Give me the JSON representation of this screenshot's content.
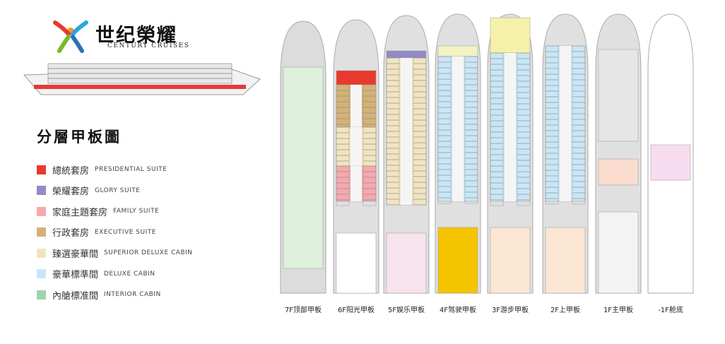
{
  "brand": {
    "name_cn": "世纪榮耀",
    "name_en": "CENTURY CRUISES"
  },
  "title": "分層甲板圖",
  "legend": [
    {
      "cn": "總統套房",
      "en": "PRESIDENTIAL SUITE",
      "color": "#e8392e"
    },
    {
      "cn": "榮耀套房",
      "en": "GLORY  SUITE",
      "color": "#9289c6"
    },
    {
      "cn": "家庭主題套房",
      "en": "FAMILY SUITE",
      "color": "#f4a9ae"
    },
    {
      "cn": "行政套房",
      "en": "EXECUTIVE SUITE",
      "color": "#d4b276"
    },
    {
      "cn": "臻選豪華間",
      "en": "SUPERIOR DELUXE CABIN",
      "color": "#f1e4c0"
    },
    {
      "cn": "豪華標準間",
      "en": "DELUXE CABIN",
      "color": "#c9e6f6"
    },
    {
      "cn": "內艙標准間",
      "en": "INTERIOR CABIN",
      "color": "#9fd3ad"
    }
  ],
  "decks": [
    {
      "label": "7F顶部甲板"
    },
    {
      "label": "6F阳光甲板"
    },
    {
      "label": "5F娱乐甲板"
    },
    {
      "label": "4F驾驶甲板"
    },
    {
      "label": "3F游步甲板"
    },
    {
      "label": "2F上甲板"
    },
    {
      "label": "1F主甲板"
    },
    {
      "label": "-1F舱底"
    }
  ]
}
